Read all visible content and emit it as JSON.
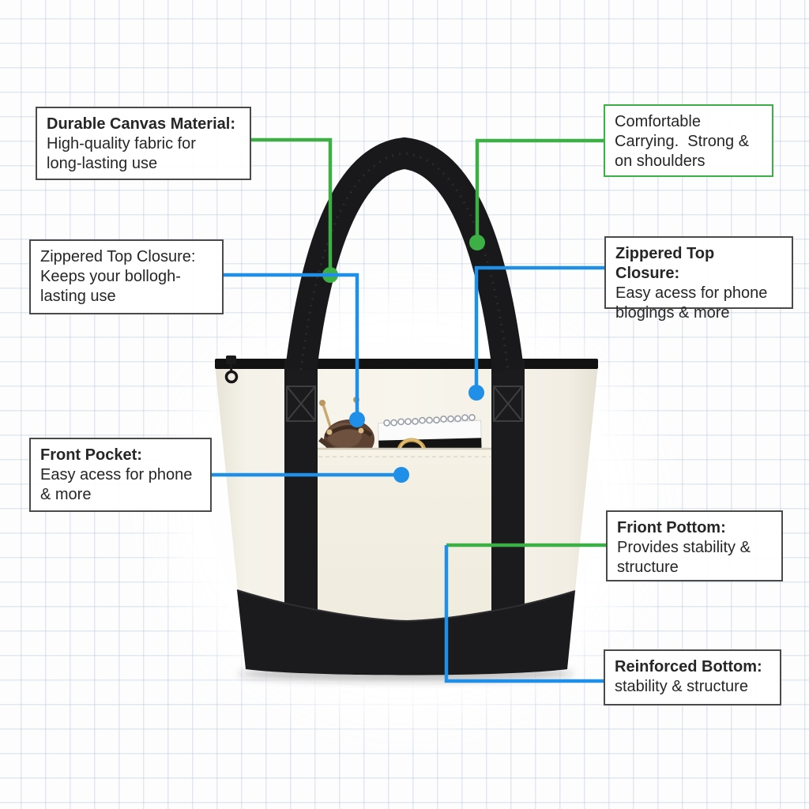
{
  "figure": {
    "subject": "Canvas tote bag feature infographic",
    "bag_parts": [
      "handle",
      "left-strap",
      "right-strap",
      "zipper",
      "front-pocket",
      "reinforced-bottom"
    ],
    "items_in_pocket": [
      "sunglasses",
      "spiral-notepad",
      "gold-bangle"
    ]
  },
  "colors": {
    "green": "#3cb044",
    "blue": "#1f8fe8",
    "box_border": "#4a4a4a",
    "bag_canvas": "#f5f2e9",
    "bag_black": "#1b1b1d",
    "grid_line": "#dfe6f0"
  },
  "callouts": [
    {
      "id": "durable-canvas",
      "title": "Durable Canvas Material:",
      "body": "High-quality fabric for\nlong-lasting use",
      "accent": "green"
    },
    {
      "id": "comfortable-carrying",
      "title": "",
      "body": "Comfortable\nCarrying.  Strong &\non shoulders",
      "accent": "green"
    },
    {
      "id": "zippered-top-left",
      "title": "Zippered Top Closure:",
      "body": "Keeps your bollogh-\nlasting use",
      "accent": "blue"
    },
    {
      "id": "zippered-top-right",
      "title": "Zippered Top Closure:",
      "body": "Easy acess for phone\nblogings & more",
      "accent": "blue"
    },
    {
      "id": "front-pocket",
      "title": "Front Pocket:",
      "body": "Easy acess for phone\n& more",
      "accent": "blue"
    },
    {
      "id": "front-bottom",
      "title": "Friont Pottom:",
      "body": "Provides stability &\nstructure",
      "accent": "green"
    },
    {
      "id": "reinforced-bottom",
      "title": "Reinforced Bottom:",
      "body": "stability & structure",
      "accent": "blue"
    }
  ]
}
